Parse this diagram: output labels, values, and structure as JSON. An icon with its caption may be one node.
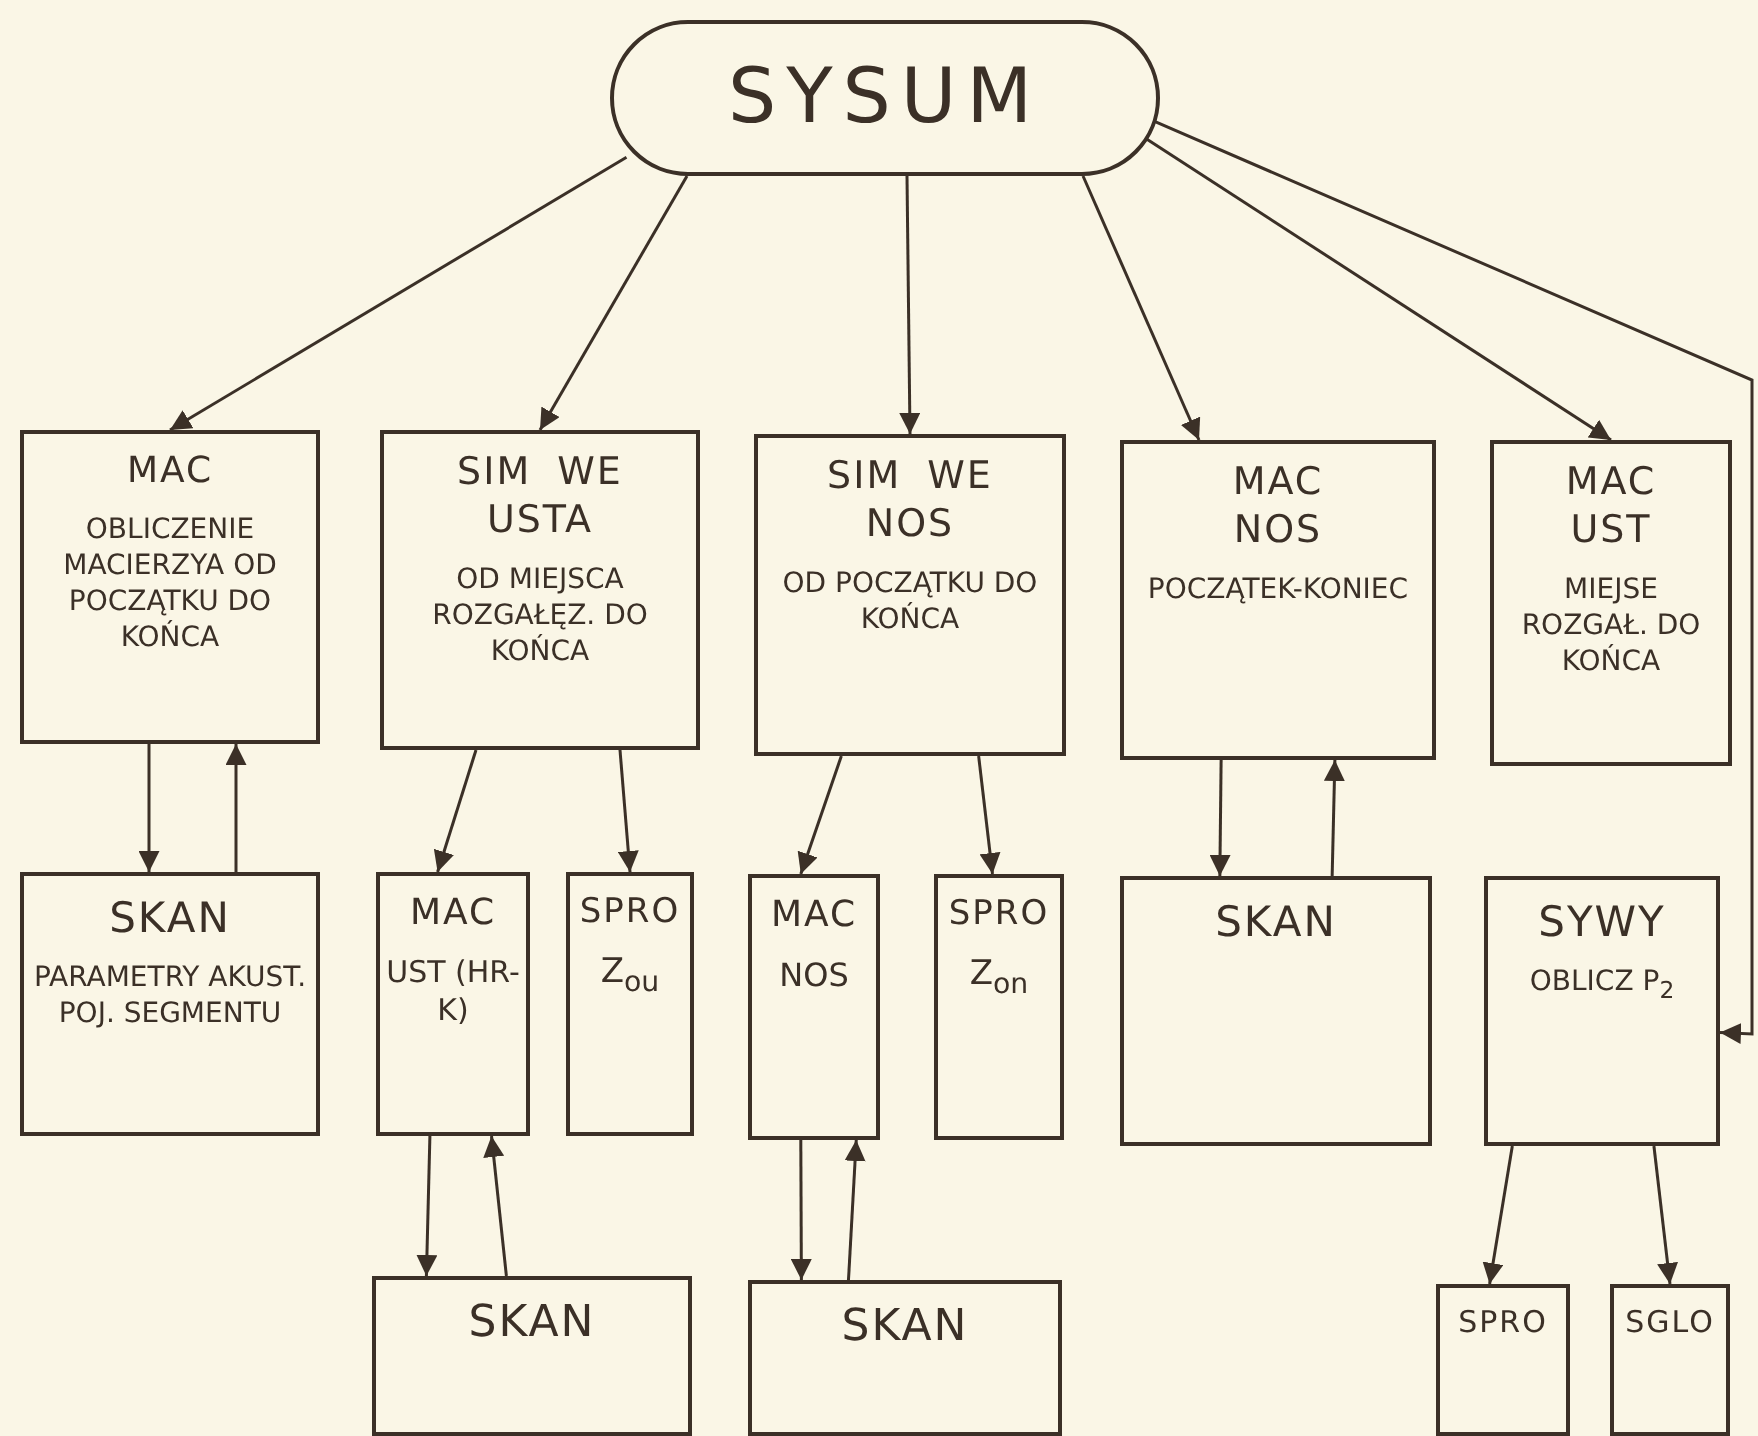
{
  "diagram": {
    "nodes": [
      {
        "text": [
          "SYSUM"
        ]
      },
      {
        "text": [
          "MAC",
          "OBLICZENIE MACIERZYA OD POCZĄTKU DO KOŃCA"
        ]
      },
      {
        "text": [
          "SIM WE USTA",
          "OD MIEJSCA ROZGAŁĘZ. DO KOŃCA"
        ]
      },
      {
        "text": [
          "SIM WE NOS",
          "OD POCZĄTKU DO KOŃCA"
        ]
      },
      {
        "text": [
          "MAC NOS",
          "POCZĄTEK-KONIEC"
        ]
      },
      {
        "text": [
          "MAC UST",
          "MIEJSE ROZGAŁ. DO KOŃCA"
        ]
      },
      {
        "text": [
          "SKAN",
          "PARAMETRY AKUST. POJ. SEGMENTU"
        ]
      },
      {
        "text": [
          "MAC",
          "UST (HR-K)"
        ]
      },
      {
        "text": [
          "SPRO",
          "Z$_{ou}$"
        ]
      },
      {
        "text": [
          "MAC",
          "NOS"
        ]
      },
      {
        "text": [
          "SPRO",
          "Z$_{on}$"
        ]
      },
      {
        "text": [
          "SKAN"
        ]
      },
      {
        "text": [
          "SYWY",
          "OBLICZ P$_{2}$"
        ]
      },
      {
        "text": [
          "SKAN"
        ]
      },
      {
        "text": [
          "SKAN"
        ]
      },
      {
        "text": [
          "SPRO"
        ]
      },
      {
        "text": [
          "SGLO"
        ]
      }
    ],
    "edges": [
      {
        "from": 0,
        "to": 1,
        "arrow": "to"
      },
      {
        "from": 0,
        "to": 2,
        "arrow": "to"
      },
      {
        "from": 0,
        "to": 3,
        "arrow": "to"
      },
      {
        "from": 0,
        "to": 4,
        "arrow": "to"
      },
      {
        "from": 0,
        "to": 5,
        "arrow": "to"
      },
      {
        "from": 0,
        "to": 12,
        "arrow": "to"
      },
      {
        "from": 1,
        "to": 6,
        "arrow": "to"
      },
      {
        "from": 6,
        "to": 1,
        "arrow": "to"
      },
      {
        "from": 2,
        "to": 7,
        "arrow": "to"
      },
      {
        "from": 2,
        "to": 8,
        "arrow": "to"
      },
      {
        "from": 7,
        "to": 13,
        "arrow": "to"
      },
      {
        "from": 13,
        "to": 7,
        "arrow": "to"
      },
      {
        "from": 3,
        "to": 9,
        "arrow": "to"
      },
      {
        "from": 3,
        "to": 10,
        "arrow": "to"
      },
      {
        "from": 9,
        "to": 14,
        "arrow": "to"
      },
      {
        "from": 14,
        "to": 9,
        "arrow": "to"
      },
      {
        "from": 4,
        "to": 11,
        "arrow": "to"
      },
      {
        "from": 11,
        "to": 4,
        "arrow": "to"
      },
      {
        "from": 12,
        "to": 15,
        "arrow": "to"
      },
      {
        "from": 12,
        "to": 16,
        "arrow": "to"
      }
    ]
  }
}
